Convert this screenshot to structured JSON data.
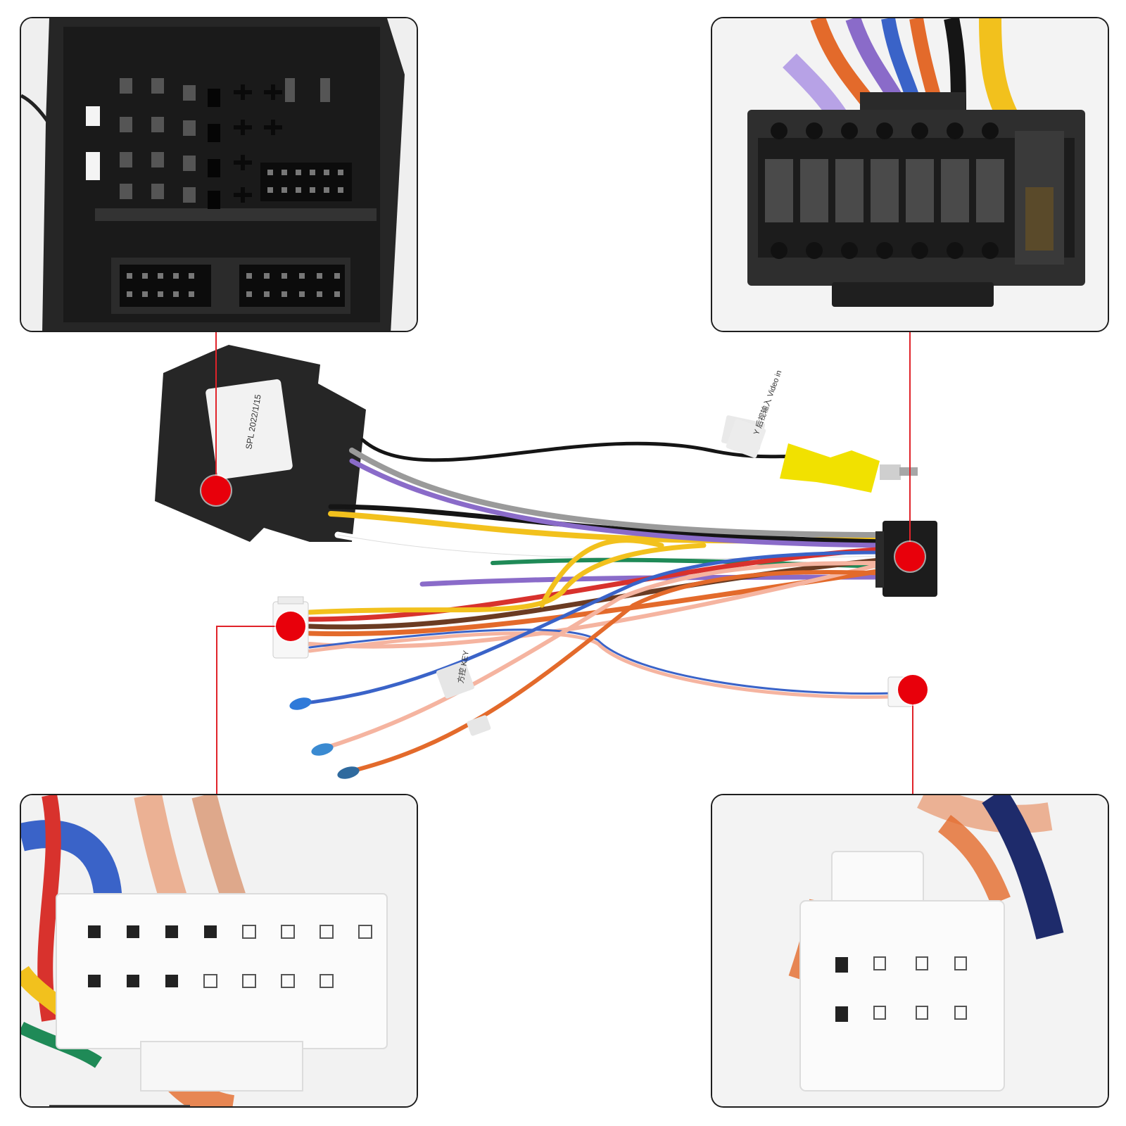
{
  "accent_color": "#e8000b",
  "connector_tag_text": "Y 后视输入 Video in",
  "key_tag_text": "方控 KEY",
  "callouts": [
    {
      "name": "quadlock-connector",
      "target": "top-left-inset"
    },
    {
      "name": "16-pin-head-unit-connector",
      "target": "top-right-inset"
    },
    {
      "name": "white-multi-pin-connector",
      "target": "bottom-left-inset"
    },
    {
      "name": "white-small-connector",
      "target": "bottom-right-inset"
    }
  ],
  "wire_colors": [
    "#f2c11d",
    "#8a6bc9",
    "#9a9a9a",
    "#151515",
    "#ffffff",
    "#1f8a57",
    "#e36a2b",
    "#3a63c8",
    "#f5b4a0",
    "#6b3b22",
    "#d8322d"
  ]
}
